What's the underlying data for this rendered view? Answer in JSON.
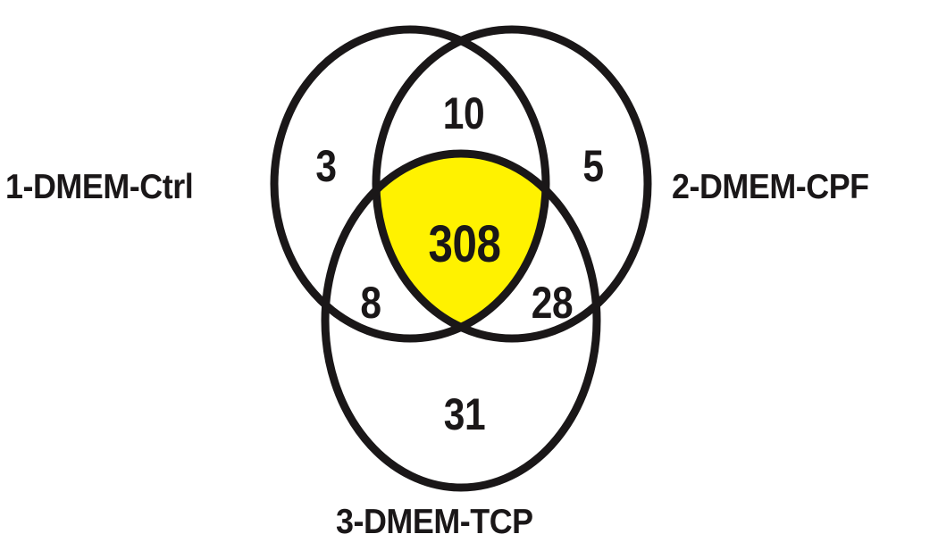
{
  "chart_data": {
    "type": "venn",
    "title": "",
    "sets": [
      {
        "id": "A",
        "name": "1-DMEM-Ctrl"
      },
      {
        "id": "B",
        "name": "2-DMEM-CPF"
      },
      {
        "id": "C",
        "name": "3-DMEM-TCP"
      }
    ],
    "regions": [
      {
        "sets": [
          "A"
        ],
        "value": 3
      },
      {
        "sets": [
          "B"
        ],
        "value": 5
      },
      {
        "sets": [
          "C"
        ],
        "value": 31
      },
      {
        "sets": [
          "A",
          "B"
        ],
        "value": 10
      },
      {
        "sets": [
          "A",
          "C"
        ],
        "value": 8
      },
      {
        "sets": [
          "B",
          "C"
        ],
        "value": 28
      },
      {
        "sets": [
          "A",
          "B",
          "C"
        ],
        "value": 308,
        "highlight": "#fff200"
      }
    ]
  },
  "labels": {
    "set_a": "1-DMEM-Ctrl",
    "set_b": "2-DMEM-CPF",
    "set_c": "3-DMEM-TCP"
  },
  "counts": {
    "a_only": "3",
    "b_only": "5",
    "c_only": "31",
    "ab": "10",
    "ac": "8",
    "bc": "28",
    "abc": "308"
  },
  "colors": {
    "outline": "#1a1718",
    "highlight": "#fff200",
    "background": "#ffffff"
  }
}
